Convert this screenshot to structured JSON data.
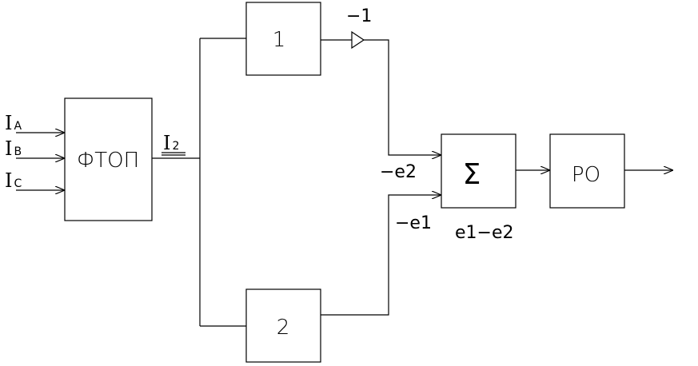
{
  "colors": {
    "stroke": "#000000",
    "background": "#ffffff"
  },
  "inputs": [
    {
      "main": "I",
      "sub": "A"
    },
    {
      "main": "I",
      "sub": "B"
    },
    {
      "main": "I",
      "sub": "C"
    }
  ],
  "blocks": {
    "ftop": "ФТОП",
    "filter1": "1",
    "filter2": "2",
    "sum": "Σ",
    "relay": "PO"
  },
  "signals": {
    "i2_main": "I",
    "i2_sub": "2",
    "gain": "−1",
    "neg_e2": "−e2",
    "neg_e1": "−e1",
    "sum_out": "e1−e2"
  }
}
